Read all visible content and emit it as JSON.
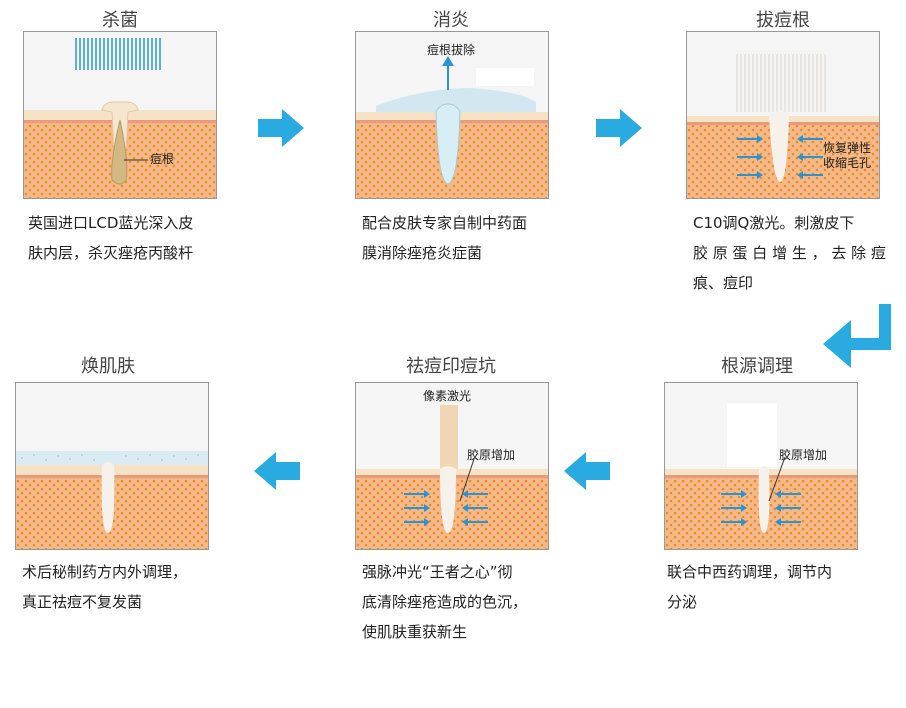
{
  "steps": [
    {
      "title": "杀菌",
      "label": "痘根",
      "desc_lines": [
        "英国进口LCD蓝光深入皮",
        "肤内层，杀灭痤疮丙酸杆"
      ]
    },
    {
      "title": "消炎",
      "label": "痘根拔除",
      "desc_lines": [
        "配合皮肤专家自制中药面",
        "膜消除痤疮炎症菌"
      ]
    },
    {
      "title": "拔痘根",
      "label_lines": [
        "恢复弹性",
        "收缩毛孔"
      ],
      "desc_lines": [
        "C10调Q激光。刺激皮下",
        "胶 原 蛋 白 增 生 ， 去 除 痘",
        "痕、痘印"
      ]
    },
    {
      "title": "根源调理",
      "label": "胶原增加",
      "desc_lines": [
        "联合中西药调理，调节内",
        "分泌"
      ]
    },
    {
      "title": "祛痘印痘坑",
      "label_top": "像素激光",
      "label": "胶原增加",
      "desc_lines": [
        "强脉冲光“王者之心”彻",
        "底清除痤疮造成的色沉，",
        "使肌肤重获新生"
      ]
    },
    {
      "title": "焕肌肤",
      "desc_lines": [
        "术后秘制药方内外调理，",
        "真正祛痘不复发菌"
      ]
    }
  ],
  "colors": {
    "arrow": "#29abe2",
    "skin": "#f3b98a",
    "dots": "#f08a1e",
    "blue": "#2b93d1"
  }
}
